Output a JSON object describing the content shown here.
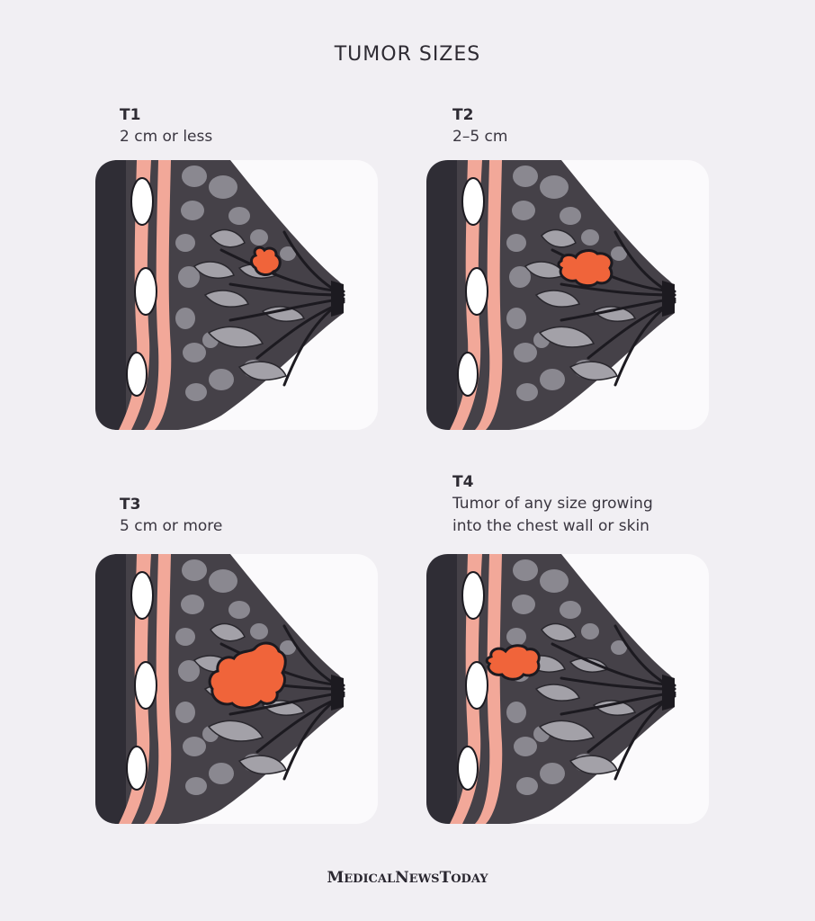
{
  "title": "TUMOR SIZES",
  "stages": [
    {
      "code": "T1",
      "description": "2 cm or less"
    },
    {
      "code": "T2",
      "description": "2–5 cm"
    },
    {
      "code": "T3",
      "description": "5 cm or more"
    },
    {
      "code": "T4",
      "description": "Tumor of any size growing\ninto the chest wall or skin"
    }
  ],
  "brand": {
    "first": "M",
    "first_rest": "EDICAL",
    "second": "N",
    "second_rest": "EWS",
    "third": "T",
    "third_rest": "ODAY"
  },
  "colors": {
    "background": "#f1eff3",
    "panel": "#fbfafc",
    "tissue": "#454148",
    "chest_wall": "#2f2d35",
    "muscle": "#f2a899",
    "tumor": "#f0643a",
    "lobule": "#8a8890"
  }
}
